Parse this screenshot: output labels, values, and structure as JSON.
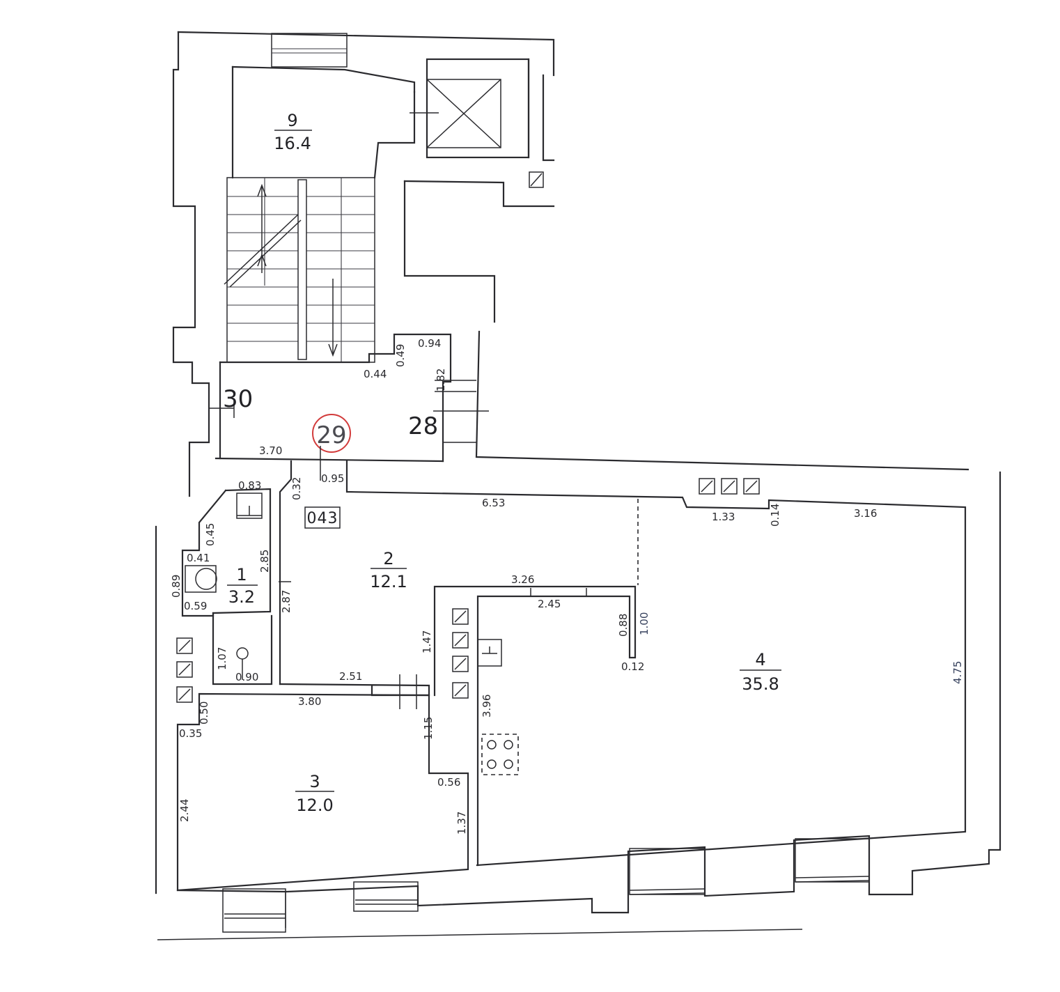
{
  "plan": {
    "rooms": [
      {
        "id": "room-9",
        "number": "9",
        "area": "16.4"
      },
      {
        "id": "room-1",
        "number": "1",
        "area": "3.2"
      },
      {
        "id": "room-2",
        "number": "2",
        "area": "12.1"
      },
      {
        "id": "room-3",
        "number": "3",
        "area": "12.0"
      },
      {
        "id": "room-4",
        "number": "4",
        "area": "35.8"
      }
    ],
    "unit_labels": {
      "unit_30": "30",
      "unit_29": "29",
      "unit_28": "28"
    },
    "highlight_color": "#d23b3b",
    "entrance_tag": "043",
    "dimensions": {
      "d_049": "0.49",
      "d_094": "0.94",
      "d_044": "0.44",
      "d_182": "1.82",
      "d_370": "3.70",
      "d_032": "0.32",
      "d_095": "0.95",
      "d_083": "0.83",
      "d_653": "6.53",
      "d_045": "0.45",
      "d_041": "0.41",
      "d_285": "2.85",
      "d_089": "0.89",
      "d_059": "0.59",
      "d_287": "2.87",
      "d_326": "3.26",
      "d_245": "2.45",
      "d_088": "0.88",
      "d_100": "1.00",
      "d_012": "0.12",
      "d_133": "1.33",
      "d_014": "0.14",
      "d_316": "3.16",
      "d_107": "1.07",
      "d_090": "0.90",
      "d_147": "1.47",
      "d_251": "2.51",
      "d_380": "3.80",
      "d_050": "0.50",
      "d_035": "0.35",
      "d_115": "1.15",
      "d_396": "3.96",
      "d_475": "4.75",
      "d_056": "0.56",
      "d_244": "2.44",
      "d_137": "1.37"
    },
    "symbols": [
      "ventilation-duct-icon",
      "toilet-icon",
      "sink-icon",
      "water-tap-icon",
      "stove-icon",
      "elevator-shaft-icon",
      "stair-direction-arrow-icon"
    ]
  }
}
